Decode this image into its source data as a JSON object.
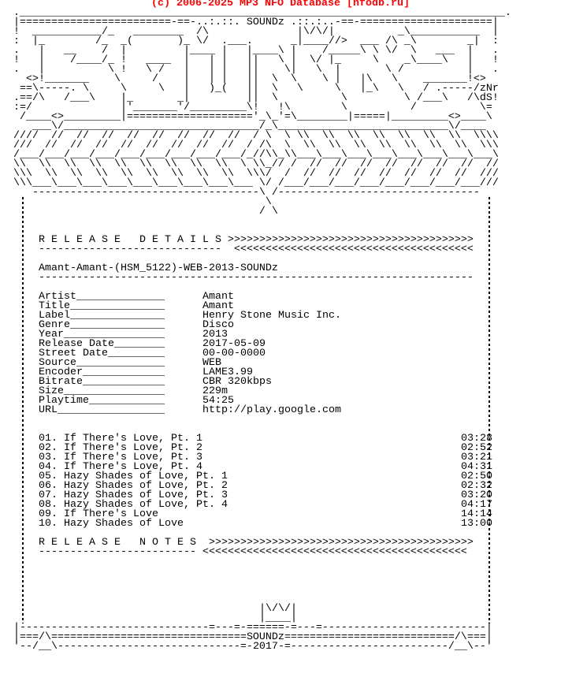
{
  "header": {
    "text": "(c) 2006-2025 MP3 NFO Database [nfodb.ru]",
    "color": "#ff0000"
  },
  "logo": {
    "art": [
      "._____________________________________________________________________________.",
      "|========================-==-..:.::. SOUNDz .::.:..-==-=====================|",
      "!  ___________/_   ________  /\\              |\\/\\/|          _\\___________  |",
      ":  |_        /_  _(       )_ \\/  .___.      _|____//>  ___ /\\ _\\        _|  :",
      ".   |   __    /  |         |____ |   |____\\ |    /_____\\ \\ \\/  \\   ___  |   .",
      "!   |    /____/_ !   ____  |   | |   ||   \\ |  \\/ |_     \\    _\\____\\   |   !",
      ".   |          \\ !   \\ /   |   | |   ||    \\|   \\  |       \\ /          |   .",
      "  <>!_______    \\     /    |   | |   ||  \\  \\    \\ |   |\\   \\    _______!<>",
      " ==\\-----. \\     \\     \\   |   )_(   ||  \\   \\     \\   |_\\   \\   / .-----/zNr",
      ".==/\\   /___\\    |_       _|         ||  \\          \\         \\ /___\\   /\\dS!",
      ":=/              |'_______'/_________\\!   !\\        \\          /          \\=",
      " /____<>_________|===================='_\\_'=\\________|=====|_________<>____\\",
      "   ___\\/_______________________________/_\\___________________________\\/____",
      "////  //  //  //  //  //  //  //  //  / \\  \\ \\\\  \\\\  \\\\  \\\\  \\\\  \\\\  \\\\  \\\\\\\\",
      "///  //  //  //  //  //  //  //  //  / /\\  \\  \\\\  \\\\  \\\\  \\\\  \\\\  \\\\  \\\\  \\\\\\",
      "/___/___/___/___/___/___/___/___/___/_//\\\\_\\\\___\\___\\___\\___\\___\\___\\___\\___\\",
      "\\\\  \\\\  \\\\  \\\\  \\\\  \\\\  \\\\  \\\\  \\\\  \\ \\\\_// /  //  //  //  //  //  //  //  //",
      "\\\\\\  \\\\  \\\\  \\\\  \\\\  \\\\  \\\\  \\\\  \\\\  \\\\\\/  /  //  //  //  //  //  //  //  ///",
      "\\\\\\___\\___\\___\\___\\___\\___\\___\\___\\___ \\/ /___/___/___/___/___/___/___/___///",
      "   ------------------------------------\\ /--------------------------------",
      "                                        \\",
      "                                       / \\"
    ]
  },
  "details": {
    "heading": "R E L E A S E   D E T A I L S",
    "heading_arrows": ">>>>>>>>>>>>>>>>>>>>>>>>>>>>>>>>>>>>>>>",
    "underline": "-----------------------------",
    "underline_arrows": "<<<<<<<<<<<<<<<<<<<<<<<<<<<<<<<<<<<<<<",
    "release_name": "Amant-Amant-(HSM_5122)-WEB-2013-SOUNDz",
    "release_rule": "---------------------------------------------------------------------",
    "fields": [
      {
        "label": "Artist",
        "value": "Amant"
      },
      {
        "label": "Title",
        "value": "Amant"
      },
      {
        "label": "Label",
        "value": "Henry Stone Music Inc."
      },
      {
        "label": "Genre",
        "value": "Disco"
      },
      {
        "label": "Year",
        "value": "2013"
      },
      {
        "label": "Release Date",
        "value": "2017-05-09"
      },
      {
        "label": "Street Date",
        "value": "00-00-0000"
      },
      {
        "label": "Source",
        "value": "WEB"
      },
      {
        "label": "Encoder",
        "value": "LAME3.99"
      },
      {
        "label": "Bitrate",
        "value": "CBR 320kbps"
      },
      {
        "label": "Size",
        "value": "229m"
      },
      {
        "label": "Playtime",
        "value": "54:25"
      },
      {
        "label": "URL",
        "value": "http://play.google.com"
      }
    ]
  },
  "tracks": [
    {
      "title": "01. If There's Love, Pt. 1",
      "duration": "03:28"
    },
    {
      "title": "02. If There's Love, Pt. 2",
      "duration": "02:52"
    },
    {
      "title": "03. If There's Love, Pt. 3",
      "duration": "03:21"
    },
    {
      "title": "04. If There's Love, Pt. 4",
      "duration": "04:31"
    },
    {
      "title": "05. Hazy Shades of Love, Pt. 1",
      "duration": "02:50"
    },
    {
      "title": "06. Hazy Shades of Love, Pt. 2",
      "duration": "02:32"
    },
    {
      "title": "07. Hazy Shades of Love, Pt. 3",
      "duration": "03:20"
    },
    {
      "title": "08. Hazy Shades of Love, Pt. 4",
      "duration": "04:17"
    },
    {
      "title": "09. If There's Love",
      "duration": "14:14"
    },
    {
      "title": "10. Hazy Shades of Love",
      "duration": "13:00"
    }
  ],
  "notes": {
    "heading": "R E L E A S E   N O T E S",
    "heading_arrows": ">>>>>>>>>>>>>>>>>>>>>>>>>>>>>>>>>>>>>>>>>>",
    "underline": "-------------------------",
    "underline_arrows": "<<<<<<<<<<<<<<<<<<<<<<<<<<<<<<<<<<<<<<<<<<"
  },
  "footer": {
    "crown_top": "|\\/\\/|",
    "crown_bottom": "|____|",
    "rule": " |------------------------------=---=-======-=---=--------------------------|",
    "left_a": " |===/\\===============================",
    "group": "SOUNDz",
    "right_a": "===========================/\\===|",
    "left_b": " '--/__\\-----------------------------=-",
    "year": "2017",
    "right_b": "-=-------------------------/__\\--'"
  }
}
